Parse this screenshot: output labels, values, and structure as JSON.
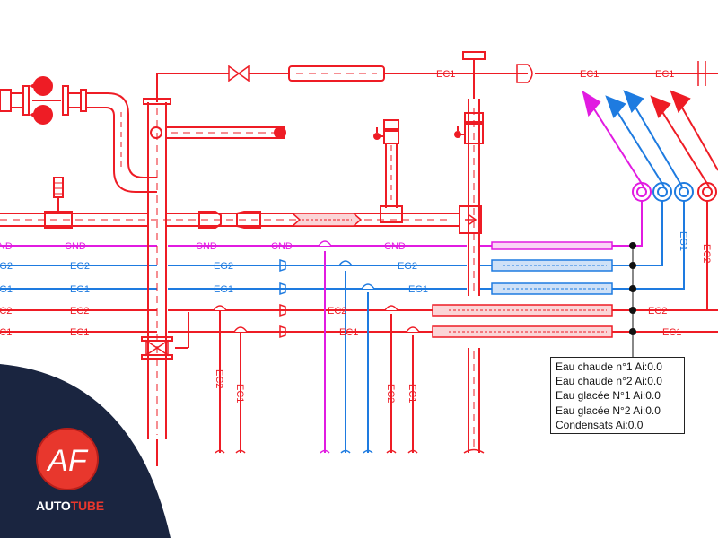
{
  "diagram": {
    "colors": {
      "ec": "#ee1c25",
      "eg": "#1e7be0",
      "cnd": "#e11be1",
      "dark": "#1a2540",
      "black": "#111111"
    },
    "labels": {
      "ec1": "EC1",
      "ec2": "EC2",
      "eg1": "EG1",
      "eg2": "EG2",
      "cnd": "CND"
    }
  },
  "legend": {
    "rows": [
      "Eau chaude n°1 Ai:0.0",
      "Eau chaude n°2 Ai:0.0",
      "Eau glacée N°1 Ai:0.0",
      "Eau glacée N°2 Ai:0.0",
      "Condensats Ai:0.0"
    ]
  },
  "brand": {
    "name_part1": "AUTO",
    "name_part2": "TUBE",
    "logo_text": "AF"
  }
}
